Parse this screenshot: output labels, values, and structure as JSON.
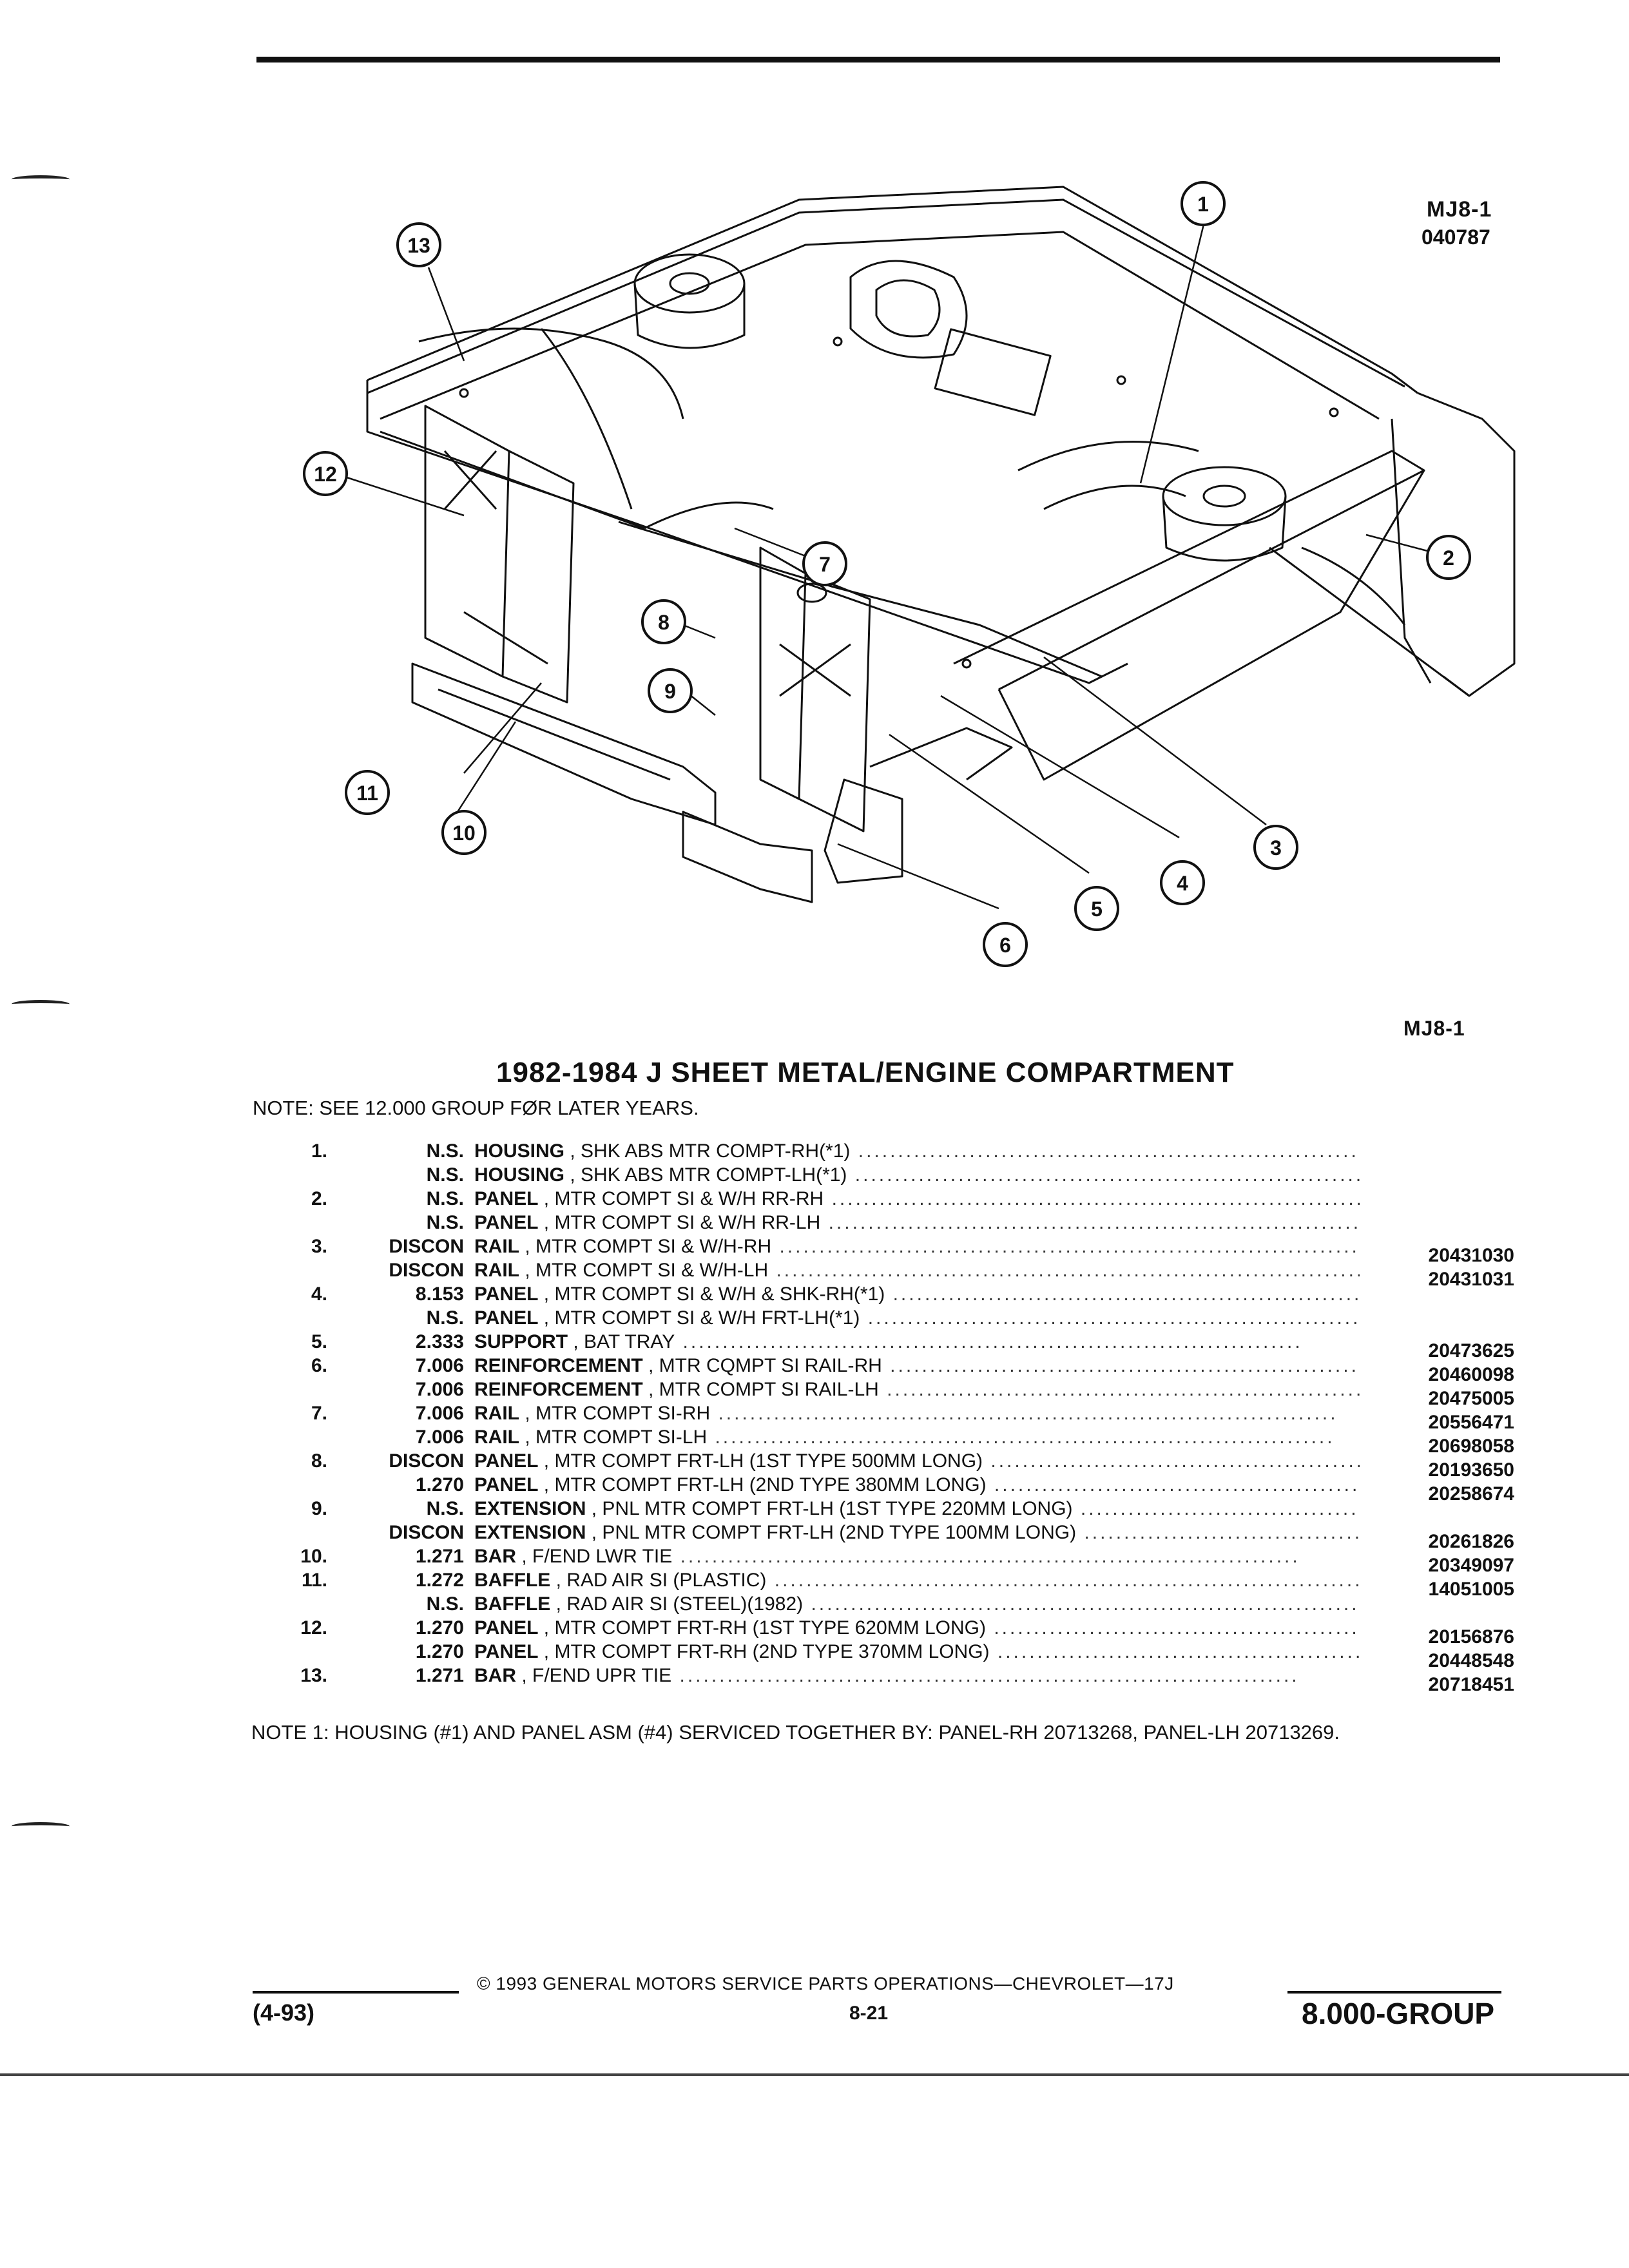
{
  "page_code": "MJ8-1",
  "page_code_number": "040787",
  "figure_label": "MJ8-1",
  "callouts": [
    "1",
    "2",
    "3",
    "4",
    "5",
    "6",
    "7",
    "8",
    "9",
    "10",
    "11",
    "12",
    "13"
  ],
  "title": "1982-1984 J SHEET METAL/ENGINE COMPARTMENT",
  "note_top": "NOTE:  SEE 12.000 GROUP FØR LATER YEARS.",
  "parts": [
    {
      "no": "1.",
      "code": "N.S.",
      "name": "HOUSING",
      "desc": ", SHK ABS MTR COMPT-RH(*1)",
      "pn": ""
    },
    {
      "no": "",
      "code": "N.S.",
      "name": "HOUSING",
      "desc": ", SHK ABS MTR COMPT-LH(*1)",
      "pn": ""
    },
    {
      "no": "2.",
      "code": "N.S.",
      "name": "PANEL",
      "desc": ", MTR COMPT SI & W/H RR-RH",
      "pn": ""
    },
    {
      "no": "",
      "code": "N.S.",
      "name": "PANEL",
      "desc": ", MTR COMPT SI & W/H RR-LH",
      "pn": ""
    },
    {
      "no": "3.",
      "code": "DISCON",
      "name": "RAIL",
      "desc": ", MTR COMPT SI & W/H-RH",
      "pn": "20431030"
    },
    {
      "no": "",
      "code": "DISCON",
      "name": "RAIL",
      "desc": ", MTR COMPT SI & W/H-LH",
      "pn": "20431031"
    },
    {
      "no": "4.",
      "code": "8.153",
      "name": "PANEL",
      "desc": ", MTR COMPT SI & W/H & SHK-RH(*1)",
      "pn": ""
    },
    {
      "no": "",
      "code": "N.S.",
      "name": "PANEL",
      "desc": ", MTR COMPT SI & W/H FRT-LH(*1)",
      "pn": ""
    },
    {
      "no": "5.",
      "code": "2.333",
      "name": "SUPPORT",
      "desc": ", BAT TRAY",
      "pn": "20473625"
    },
    {
      "no": "6.",
      "code": "7.006",
      "name": "REINFORCEMENT",
      "desc": ", MTR CQMPT SI RAIL-RH",
      "pn": "20460098"
    },
    {
      "no": "",
      "code": "7.006",
      "name": "REINFORCEMENT",
      "desc": ", MTR COMPT SI RAIL-LH",
      "pn": "20475005"
    },
    {
      "no": "7.",
      "code": "7.006",
      "name": "RAIL",
      "desc": ", MTR COMPT SI-RH",
      "pn": "20556471"
    },
    {
      "no": "",
      "code": "7.006",
      "name": "RAIL",
      "desc": ", MTR COMPT SI-LH",
      "pn": "20698058"
    },
    {
      "no": "8.",
      "code": "DISCON",
      "name": "PANEL",
      "desc": ", MTR COMPT FRT-LH (1ST TYPE 500MM LONG)",
      "pn": "20193650"
    },
    {
      "no": "",
      "code": "1.270",
      "name": "PANEL",
      "desc": ", MTR COMPT FRT-LH (2ND TYPE 380MM LONG)",
      "pn": "20258674"
    },
    {
      "no": "9.",
      "code": "N.S.",
      "name": "EXTENSION",
      "desc": ", PNL MTR COMPT FRT-LH (1ST TYPE 220MM LONG)",
      "pn": ""
    },
    {
      "no": "",
      "code": "DISCON",
      "name": "EXTENSION",
      "desc": ", PNL MTR COMPT FRT-LH (2ND TYPE 100MM LONG)",
      "pn": "20261826"
    },
    {
      "no": "10.",
      "code": "1.271",
      "name": "BAR",
      "desc": ", F/END LWR TIE",
      "pn": "20349097"
    },
    {
      "no": "11.",
      "code": "1.272",
      "name": "BAFFLE",
      "desc": ", RAD AIR SI (PLASTIC)",
      "pn": "14051005"
    },
    {
      "no": "",
      "code": "N.S.",
      "name": "BAFFLE",
      "desc": ", RAD AIR SI (STEEL)(1982)",
      "pn": ""
    },
    {
      "no": "12.",
      "code": "1.270",
      "name": "PANEL",
      "desc": ", MTR COMPT FRT-RH (1ST TYPE 620MM LONG)",
      "pn": "20156876"
    },
    {
      "no": "",
      "code": "1.270",
      "name": "PANEL",
      "desc": ", MTR COMPT FRT-RH (2ND TYPE 370MM LONG)",
      "pn": "20448548"
    },
    {
      "no": "13.",
      "code": "1.271",
      "name": "BAR",
      "desc": ", F/END UPR TIE",
      "pn": "20718451"
    }
  ],
  "note1": "NOTE  1:  HOUSING (#1) AND PANEL ASM (#4) SERVICED TOGETHER BY: PANEL-RH 20713268, PANEL-LH 20713269.",
  "footer": {
    "copyright": "©  1993  GENERAL MOTORS SERVICE PARTS OPERATIONS—CHEVROLET—17J",
    "date": "(4-93)",
    "page": "8-21",
    "group": "8.000-GROUP"
  }
}
